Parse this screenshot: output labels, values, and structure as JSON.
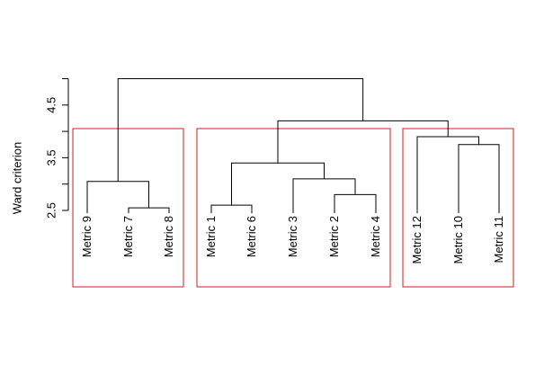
{
  "colors": {
    "cluster_box": "#cc2222",
    "line": "#000000"
  },
  "chart_data": {
    "type": "dendrogram",
    "title": "",
    "xlabel": "",
    "ylabel": "Ward criterion",
    "ylim": [
      2.5,
      5.0
    ],
    "yticks": [
      2.5,
      3.5,
      4.5
    ],
    "ytick_labels": [
      "2.5",
      "3.5",
      "4.5"
    ],
    "leaves": [
      "Metric 9",
      "Metric 7",
      "Metric 8",
      "Metric 1",
      "Metric 6",
      "Metric 3",
      "Metric 2",
      "Metric 4",
      "Metric 12",
      "Metric 10",
      "Metric 11"
    ],
    "merges": [
      {
        "left": "Metric 7",
        "right": "Metric 8",
        "height": 2.55
      },
      {
        "left": "Metric 9",
        "right": "Metric 7 + Metric 8",
        "height": 3.05
      },
      {
        "left": "Metric 1",
        "right": "Metric 6",
        "height": 2.6
      },
      {
        "left": "Metric 2",
        "right": "Metric 4",
        "height": 2.8
      },
      {
        "left": "Metric 3",
        "right": "Metric 2 + Metric 4",
        "height": 3.1
      },
      {
        "left": "Metric 1 + Metric 6",
        "right": "Metric 3 + Metric 2 + Metric 4",
        "height": 3.4
      },
      {
        "left": "Metric 10",
        "right": "Metric 11",
        "height": 3.75
      },
      {
        "left": "Metric 12",
        "right": "Metric 10 + Metric 11",
        "height": 3.9
      },
      {
        "left": "Metric 1 + Metric 6 + Metric 3 + Metric 2 + Metric 4",
        "right": "Metric 12 + Metric 10 + Metric 11",
        "height": 4.2
      },
      {
        "left": "Metric 9 + Metric 7 + Metric 8",
        "right": "Metric 1 + Metric 6 + Metric 3 + Metric 2 + Metric 4 + Metric 12 + Metric 10 + Metric 11",
        "height": 5.0
      }
    ],
    "clusters": [
      [
        "Metric 9",
        "Metric 7",
        "Metric 8"
      ],
      [
        "Metric 1",
        "Metric 6",
        "Metric 3",
        "Metric 2",
        "Metric 4"
      ],
      [
        "Metric 12",
        "Metric 10",
        "Metric 11"
      ]
    ]
  }
}
